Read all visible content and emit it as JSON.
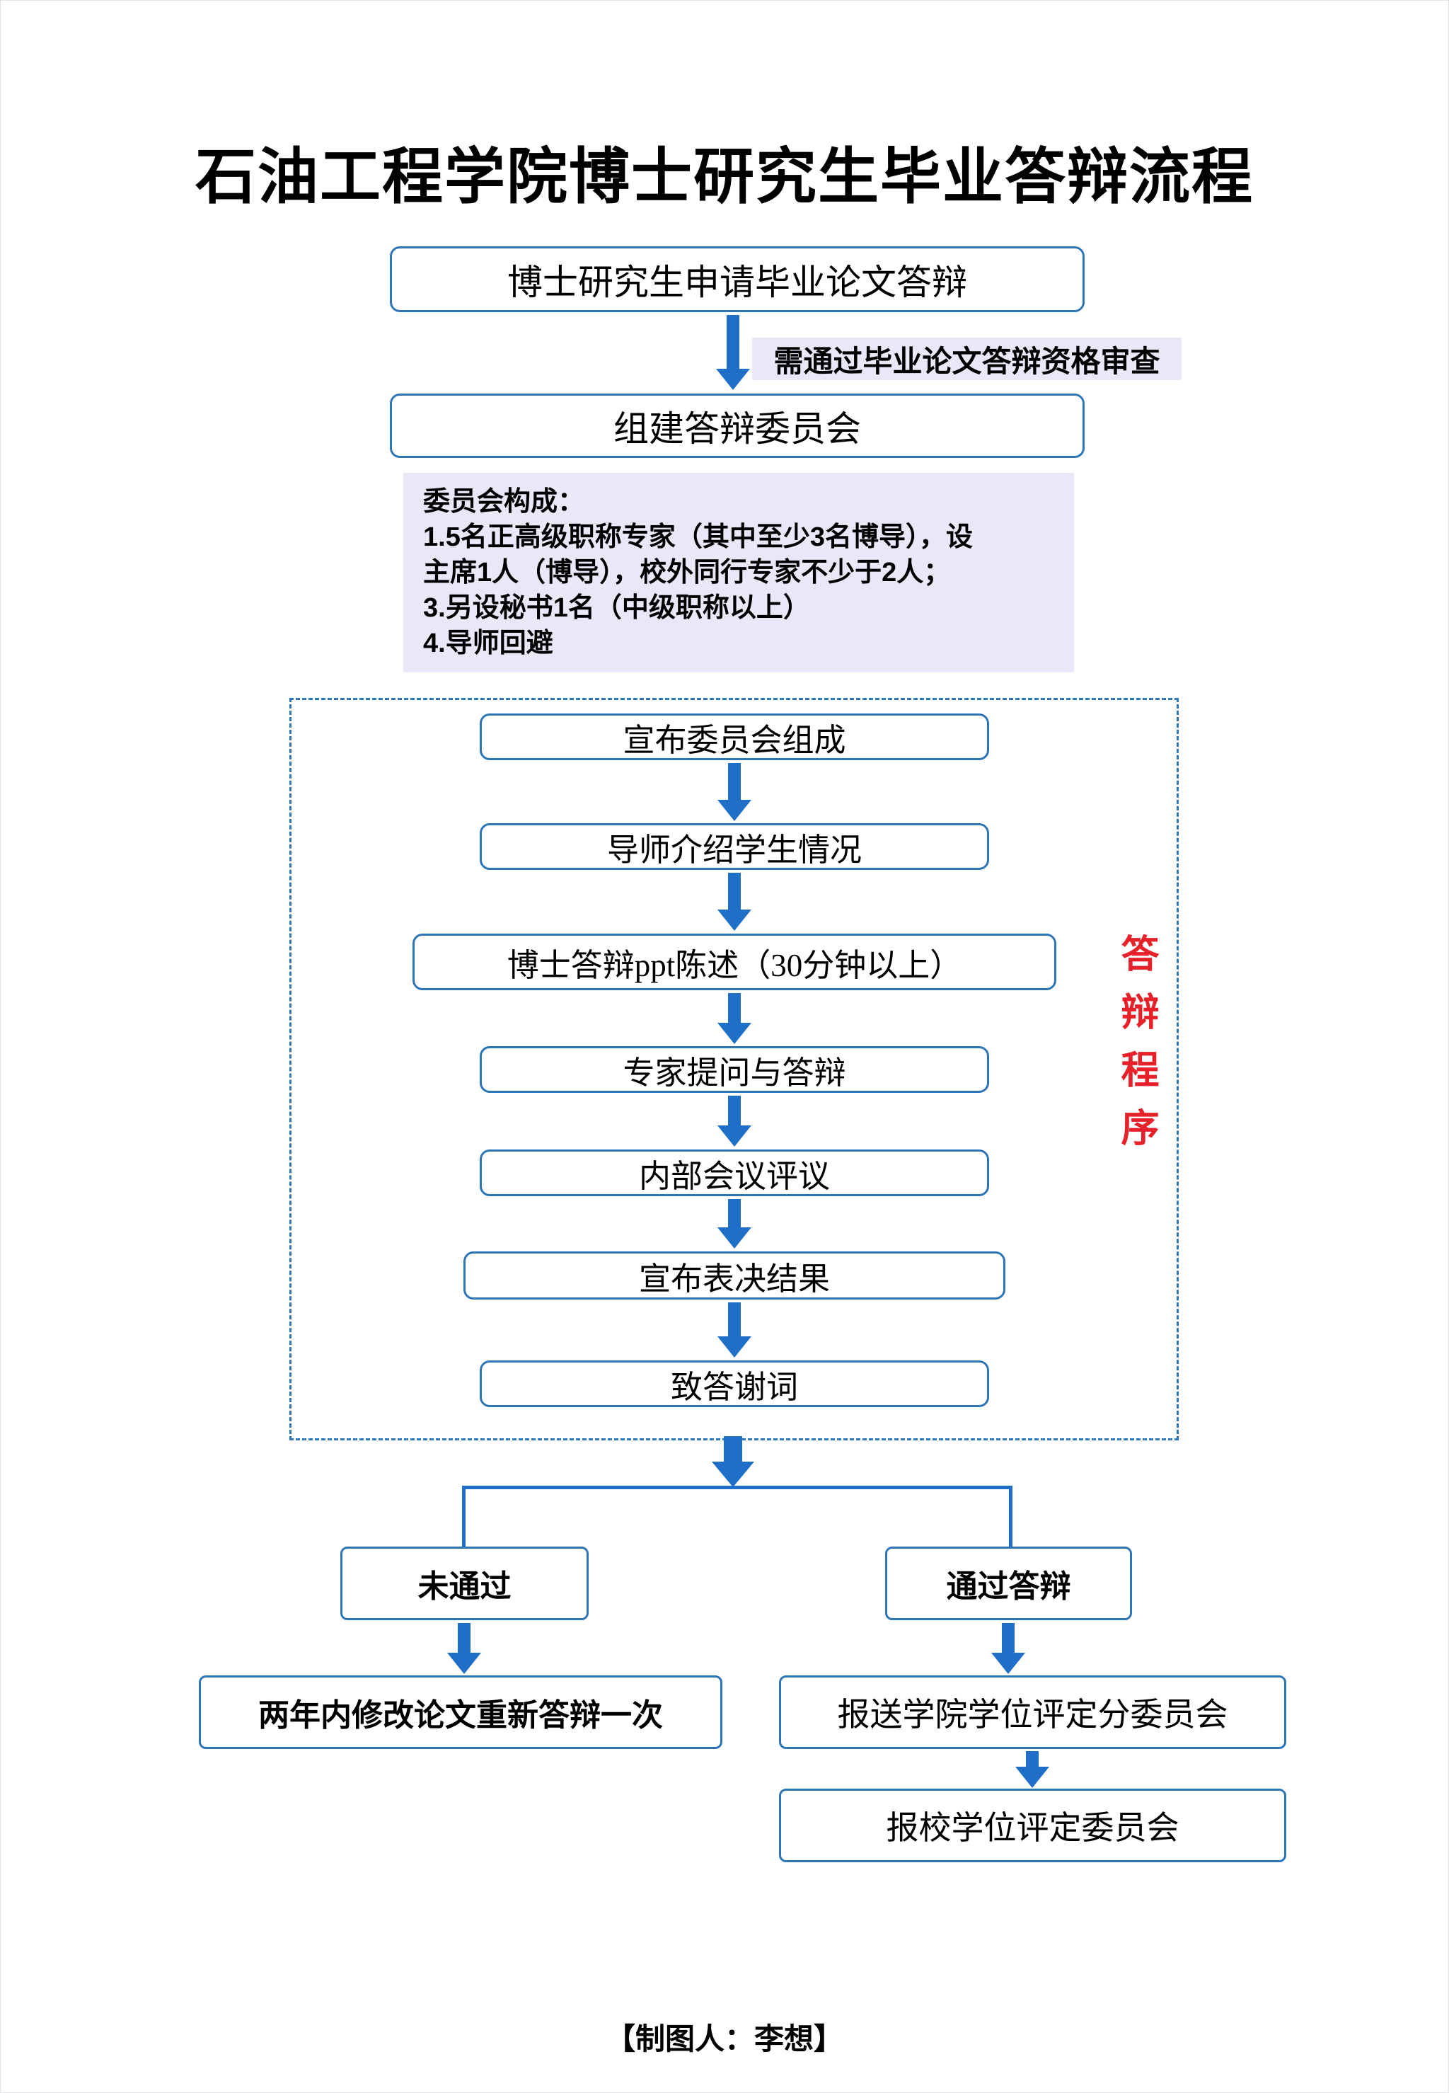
{
  "page": {
    "title": "石油工程学院博士研究生毕业答辩流程",
    "footer": "【制图人：李想】"
  },
  "colors": {
    "box_border": "#2e75b6",
    "arrow": "#1f6fc8",
    "note_bg": "#ece7f8",
    "red": "#e62129",
    "text": "#000000"
  },
  "flow": {
    "start": "博士研究生申请毕业论文答辩",
    "eligibility_note": "需通过毕业论文答辩资格审查",
    "committee": "组建答辩委员会",
    "committee_note": [
      "委员会构成：",
      "1.5名正高级职称专家（其中至少3名博导），设",
      "主席1人（博导），校外同行专家不少于2人；",
      "3.另设秘书1名（中级职称以上）",
      "4.导师回避"
    ],
    "procedure_label": "答辩程序",
    "procedure_steps": [
      "宣布委员会组成",
      "导师介绍学生情况",
      "博士答辩ppt陈述（30分钟以上）",
      "专家提问与答辩",
      "内部会议评议",
      "宣布表决结果",
      "致答谢词"
    ],
    "branch_fail": "未通过",
    "branch_pass": "通过答辩",
    "fail_next": "两年内修改论文重新答辩一次",
    "pass_next_1": "报送学院学位评定分委员会",
    "pass_next_2": "报校学位评定委员会"
  }
}
